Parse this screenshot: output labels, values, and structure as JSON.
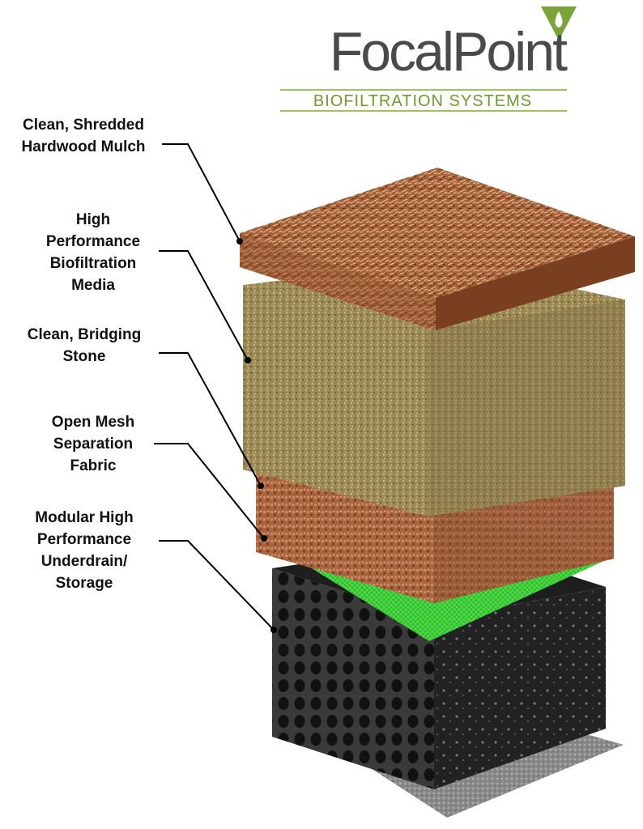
{
  "logo": {
    "name": "FocalPoint",
    "tagline": "BIOFILTRATION SYSTEMS",
    "brand_colors": {
      "wordmark": "#4a4a4a",
      "tagline": "#6f9a2e",
      "leaf": "#7aa33a"
    }
  },
  "layers": [
    {
      "id": "mulch",
      "label_lines": [
        "Clean, Shredded",
        "Hardwood Mulch"
      ],
      "color": "#a4613a"
    },
    {
      "id": "media",
      "label_lines": [
        "High",
        "Performance",
        "Biofiltration",
        "Media"
      ],
      "color": "#a3905c"
    },
    {
      "id": "stone",
      "label_lines": [
        "Clean, Bridging",
        "Stone"
      ],
      "color": "#b06a44"
    },
    {
      "id": "fabric",
      "label_lines": [
        "Open Mesh",
        "Separation",
        "Fabric"
      ],
      "color": "#2ec02a"
    },
    {
      "id": "underdrain",
      "label_lines": [
        "Modular High",
        "Performance",
        "Underdrain/",
        "Storage"
      ],
      "color": "#2b2b2b"
    }
  ]
}
